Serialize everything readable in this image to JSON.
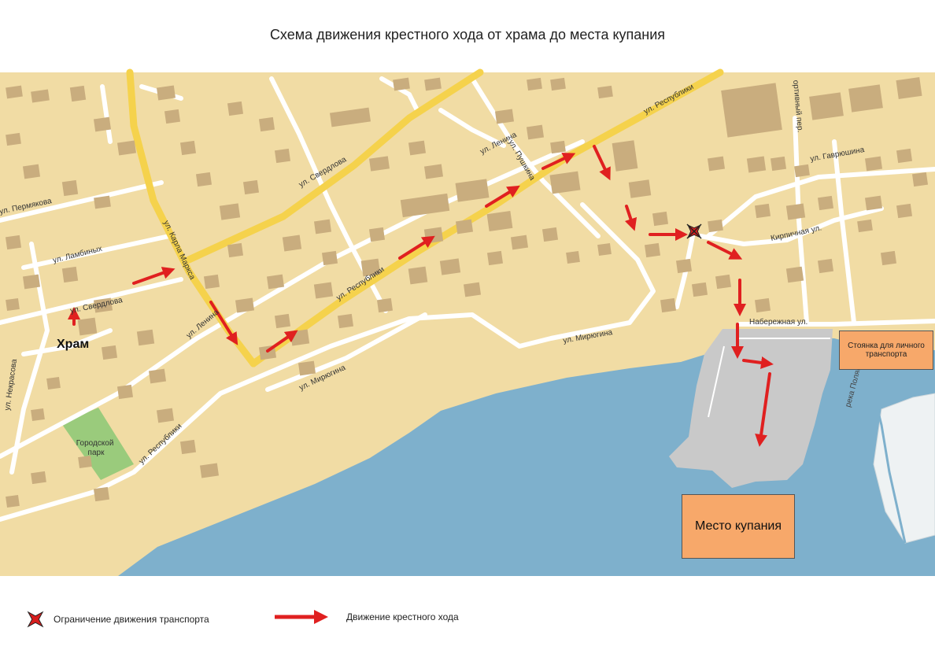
{
  "title": "Схема  движения крестного хода от храма до места купания",
  "colors": {
    "land": "#f1dca4",
    "water": "#7eb0cc",
    "building": "#c9ad7e",
    "road": "#ffffff",
    "main_road": "#f5d24c",
    "park": "#9acb7c",
    "parking": "#c9c9c9",
    "route": "#e02020",
    "box": "#f7a86a"
  },
  "map": {
    "streets": {
      "permyakova": "ул. Пермякова",
      "lambinykh": "ул. Ламбиных",
      "sverdlova_west": "ул. Свердлова",
      "sverdlova_east": "ул. Свердлова",
      "karla_marksa": "ул. Карла Маркса",
      "lenina_west": "ул. Ленина",
      "lenina_east": "ул. Ленина",
      "respubliki_mid": "ул. Республики",
      "respubliki_ne": "ул. Республики",
      "respubliki_sw": "ул. Республики",
      "pushkina": "ул. Пушкина",
      "mirogina_west": "ул. Мирюгина",
      "mirogina_east": "ул. Мирюгина",
      "nekrasova": "ул. Некрасова",
      "gavryushina": "ул. Гаврюшина",
      "kirpichnaya": "Кирпичная ул.",
      "naberezhnaya": "Набережная ул.",
      "sportivny": "ортивный пер.",
      "river": "река Полябта"
    },
    "labels": {
      "church": "Храм",
      "park": "Городской парк"
    },
    "boxes": {
      "parking": "Стоянка для  личного транспорта",
      "bathing": "Место купания"
    }
  },
  "legend": {
    "restriction": "Ограничение движения транспорта",
    "procession": "Движение крестного хода"
  }
}
